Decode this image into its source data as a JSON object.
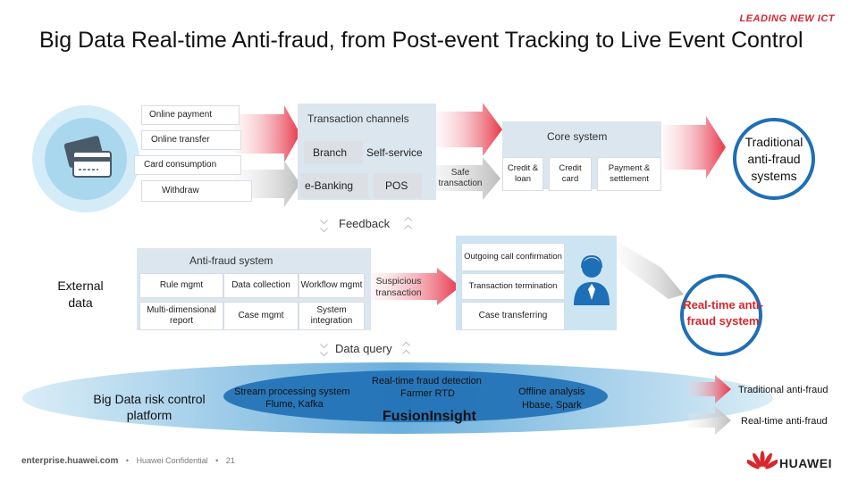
{
  "header": {
    "title": "Big Data Real-time Anti-fraud, from Post-event Tracking to Live Event Control",
    "brand_tagline": "LEADING NEW ICT"
  },
  "payments": {
    "items": [
      "Online payment",
      "Online transfer",
      "Card consumption",
      "Withdraw"
    ],
    "icon": "credit-card-icon"
  },
  "channels": {
    "title": "Transaction channels",
    "branch": "Branch",
    "self_service": "Self-service",
    "ebanking": "e-Banking",
    "pos": "POS"
  },
  "safe_transaction": "Safe transaction",
  "core_system": {
    "title": "Core system",
    "credit_loan": "Credit & loan",
    "credit_card": "Credit card",
    "payment_settlement": "Payment & settlement"
  },
  "traditional_label": "Traditional anti-fraud systems",
  "feedback": "Feedback",
  "external_data": "External data",
  "antifraud": {
    "title": "Anti-fraud system",
    "rule_mgmt": "Rule mgmt",
    "data_collection": "Data collection",
    "workflow_mgmt": "Workflow mgmt",
    "multi_report": "Multi-dimensional report",
    "case_mgmt": "Case mgmt",
    "system_integration": "System integration"
  },
  "suspicious": "Suspicious transaction",
  "actions": {
    "outgoing_call": "Outgoing call confirmation",
    "termination": "Transaction termination",
    "case_transferring": "Case transferring",
    "icon": "operator-person-icon"
  },
  "realtime_label": "Real-time anti-fraud system",
  "data_query": "Data query",
  "platform": {
    "big_data": "Big Data risk control platform",
    "stream": "Stream processing system",
    "stream_tools": "Flume, Kafka",
    "rtd": "Real-time fraud detection",
    "rtd_tool": "Farmer RTD",
    "fusion": "FusionInsight",
    "offline": "Offline analysis",
    "offline_tools": "Hbase, Spark"
  },
  "legend": {
    "traditional": "Traditional anti-fraud",
    "realtime": "Real-time anti-fraud",
    "traditional_color": "#e8364a",
    "realtime_color": "#c8c8c8"
  },
  "footer": {
    "site": "enterprise.huawei.com",
    "confidential": "Huawei Confidential",
    "page": "21"
  },
  "brand": {
    "name": "HUAWEI",
    "color": "#d7262d"
  }
}
